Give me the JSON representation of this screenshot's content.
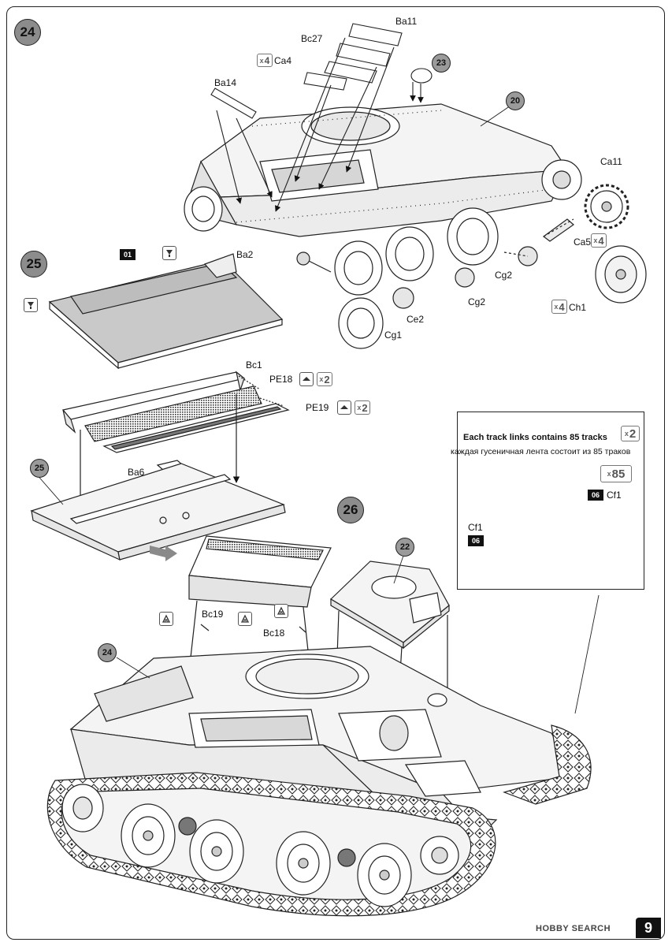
{
  "steps": {
    "s24": "24",
    "s25": "25",
    "s26": "26"
  },
  "subassemblies": {
    "a23": "23",
    "a20": "20",
    "a25": "25",
    "a22": "22",
    "a24": "24"
  },
  "parts": {
    "ba11": "Ba11",
    "bc27": "Bc27",
    "ca4": "Ca4",
    "ba14": "Ba14",
    "ca11": "Ca11",
    "ca5": "Ca5",
    "ch1": "Ch1",
    "cg2a": "Cg2",
    "cg2b": "Cg2",
    "ce2": "Ce2",
    "cg1": "Cg1",
    "ba2": "Ba2",
    "bc1": "Bc1",
    "pe18": "PE18",
    "pe19": "PE19",
    "ba6": "Ba6",
    "bc19": "Bc19",
    "bc18": "Bc18",
    "cf1a": "Cf1",
    "cf1b": "Cf1"
  },
  "multipliers": {
    "ca4": "4",
    "ca5": "4",
    "ch1": "4",
    "pe18": "2",
    "pe19": "2",
    "tracks": "2",
    "links": "85"
  },
  "multiplier_symbol": "x",
  "paint": {
    "chip01": "01",
    "chip06a": "06",
    "chip06b": "06"
  },
  "track_note": {
    "title_en": "Each track links contains 85 tracks",
    "title_ru": "каждая гусеничная лента состоит из 85 траков"
  },
  "page_number": "9",
  "watermark": "HOBBY SEARCH",
  "colors": {
    "badge": "#8c8c8c",
    "line": "#222222",
    "chip": "#111111",
    "hull_fill": "#f4f4f4",
    "grey_fill": "#c9c9c9",
    "arrow_grey": "#8a8a8a"
  }
}
